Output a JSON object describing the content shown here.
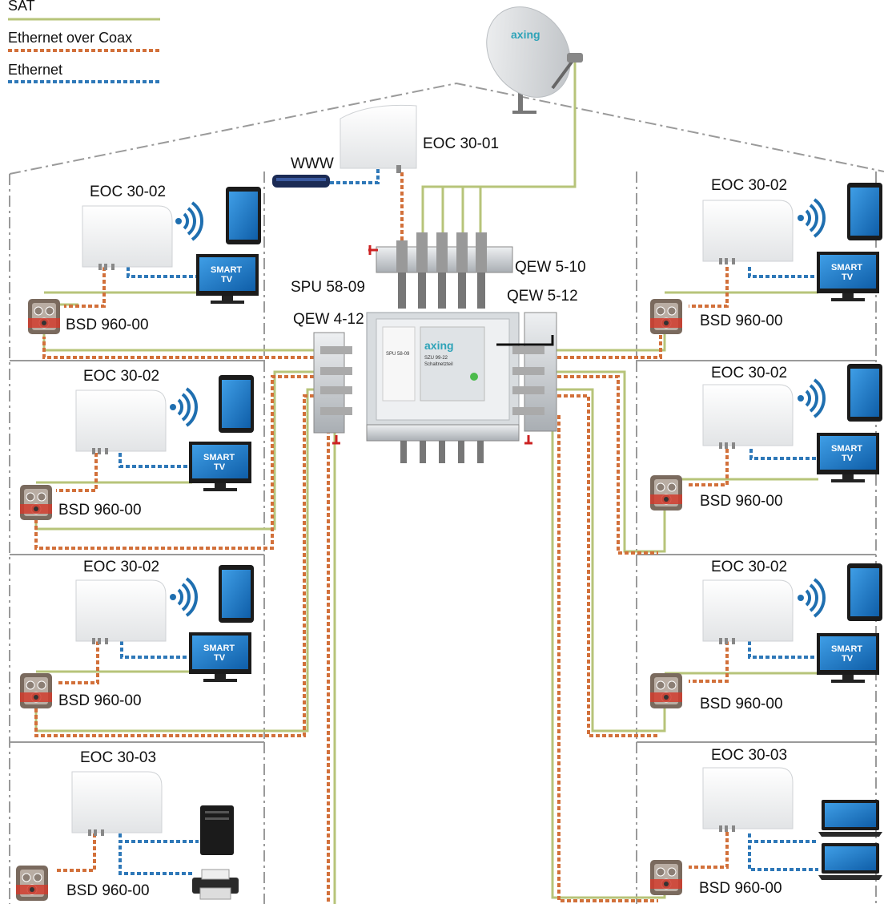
{
  "legend": {
    "sat": "SAT",
    "eoc": "Ethernet over Coax",
    "eth": "Ethernet"
  },
  "colors": {
    "sat": "#b7c47a",
    "eoc": "#d2703a",
    "eth": "#2e78b8",
    "roof": "#9a9a9a",
    "tv": "#1f6fb0",
    "accent": "#2ea3b8"
  },
  "labels": {
    "www": "WWW",
    "eoc_master": "EOC 30-01",
    "spu": "SPU 58-09",
    "qew510": "QEW 5-10",
    "qew512": "QEW 5-12",
    "qew412": "QEW 4-12",
    "brand": "axing",
    "smart_tv_line1": "SMART",
    "smart_tv_line2": "TV"
  },
  "multiswitch": {
    "model_left": "SPU 58-09",
    "model_right": "SZU 99-22",
    "sub_right": "Schaltnetzteil"
  },
  "rooms": [
    {
      "id": "left-1",
      "adapter": "EOC 30-02",
      "socket": "BSD 960-00",
      "devices": [
        "tablet-icon",
        "smart-tv-icon"
      ]
    },
    {
      "id": "left-2",
      "adapter": "EOC 30-02",
      "socket": "BSD 960-00",
      "devices": [
        "tablet-icon",
        "smart-tv-icon"
      ]
    },
    {
      "id": "left-3",
      "adapter": "EOC 30-02",
      "socket": "BSD 960-00",
      "devices": [
        "tablet-icon",
        "smart-tv-icon"
      ]
    },
    {
      "id": "left-4",
      "adapter": "EOC 30-03",
      "socket": "BSD 960-00",
      "devices": [
        "pc-tower-icon",
        "printer-icon"
      ]
    },
    {
      "id": "right-1",
      "adapter": "EOC 30-02",
      "socket": "BSD 960-00",
      "devices": [
        "tablet-icon",
        "smart-tv-icon"
      ]
    },
    {
      "id": "right-2",
      "adapter": "EOC 30-02",
      "socket": "BSD 960-00",
      "devices": [
        "tablet-icon",
        "smart-tv-icon"
      ]
    },
    {
      "id": "right-3",
      "adapter": "EOC 30-02",
      "socket": "BSD 960-00",
      "devices": [
        "tablet-icon",
        "smart-tv-icon"
      ]
    },
    {
      "id": "right-4",
      "adapter": "EOC 30-03",
      "socket": "BSD 960-00",
      "devices": [
        "laptop-icon",
        "laptop-icon"
      ]
    }
  ]
}
